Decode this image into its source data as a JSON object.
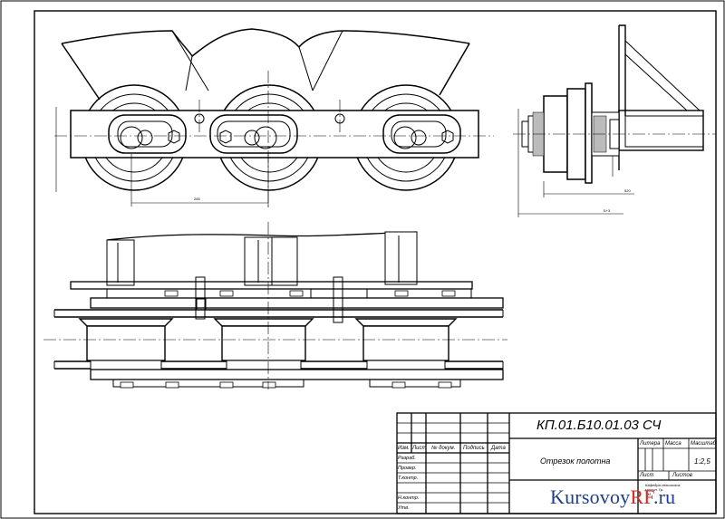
{
  "drawing": {
    "designation": "КП.01.Б10.01.03 СЧ",
    "part_name": "Отрезок полотна",
    "scale": "1:2,5"
  },
  "title_block": {
    "col_headers": {
      "change": "Изм.",
      "sheet": "Лист",
      "doc_no": "№ докум.",
      "signature": "Подпись",
      "date": "Дата"
    },
    "right_headers": {
      "letter": "Литера",
      "mass": "Масса",
      "scale": "Масштаб"
    },
    "sheet_cells": {
      "sheet": "Лист",
      "sheets": "Листов"
    },
    "row_labels": {
      "developed": "Разраб.",
      "checked": "Провер.",
      "t_control": "Т.контр.",
      "n_control": "Н.контр.",
      "approved": "Утв."
    },
    "org_stamp": [
      "Кафедра сельскохоз.",
      "машин. Гр.",
      "ТМ"
    ]
  },
  "dimensions": {
    "pitch": "265",
    "height_right": "520",
    "width_right": "Б+3"
  },
  "watermark": {
    "main": "Kursovoy",
    "accent": "RF",
    "suffix": ".ru"
  }
}
